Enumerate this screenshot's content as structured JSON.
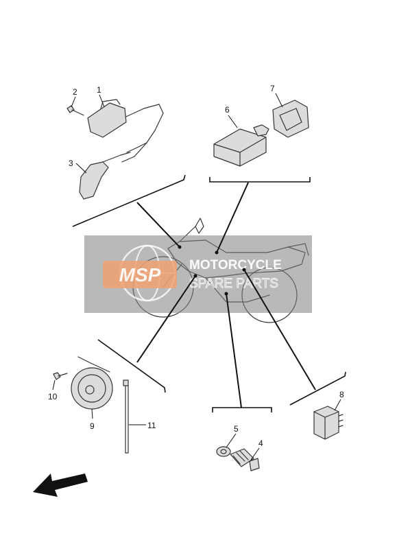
{
  "watermark": {
    "badge_text": "MSP",
    "line1": "MOTORCYCLE",
    "line2": "SPARE PARTS"
  },
  "parts": [
    {
      "number": "1"
    },
    {
      "number": "2"
    },
    {
      "number": "3"
    },
    {
      "number": "4"
    },
    {
      "number": "5"
    },
    {
      "number": "6"
    },
    {
      "number": "7"
    },
    {
      "number": "8"
    },
    {
      "number": "9"
    },
    {
      "number": "10"
    },
    {
      "number": "11"
    }
  ],
  "icons": {
    "front_direction": "arrow-left-down-icon"
  }
}
